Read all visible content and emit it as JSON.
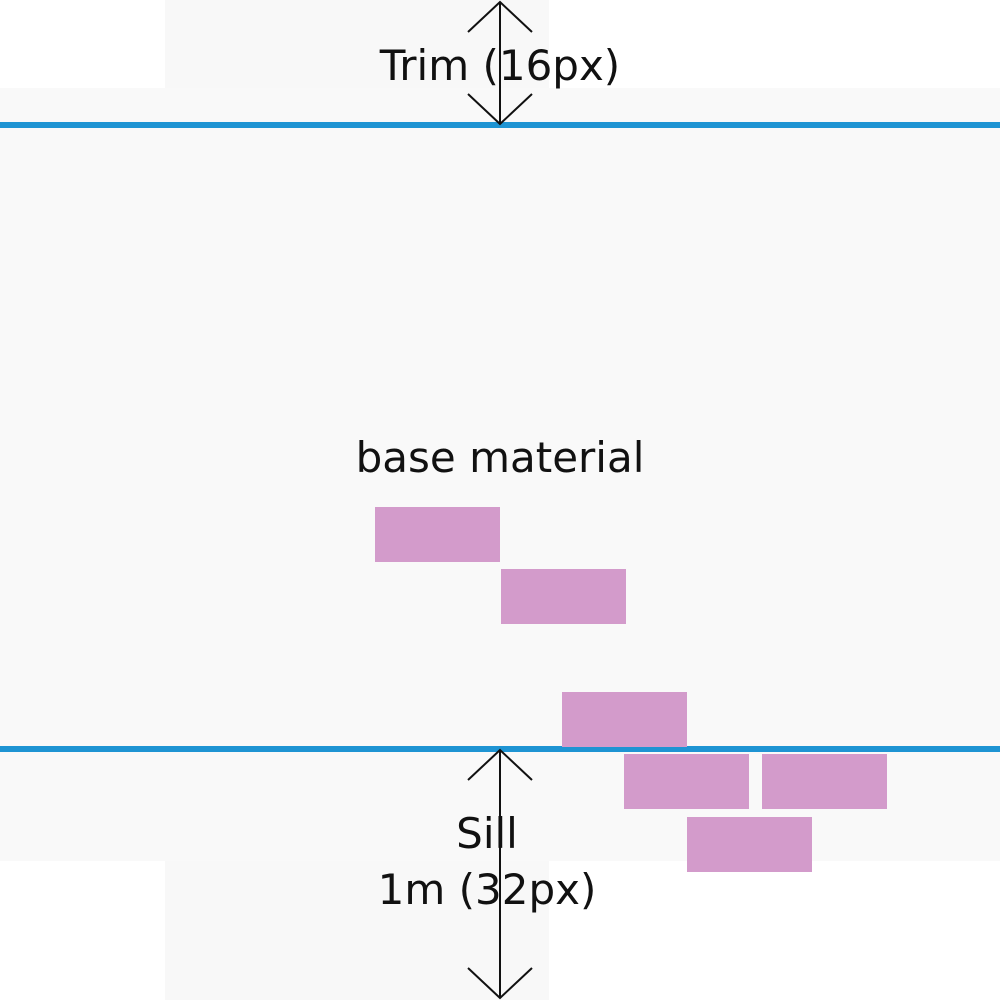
{
  "colors": {
    "boundary_line": "#1e94d3",
    "block_fill": "#d39bcb",
    "arrow": "#111111"
  },
  "top_dimension": {
    "label": "Trim (16px)"
  },
  "center_label": "base material",
  "bottom_dimension": {
    "label_line1": "Sill",
    "label_line2": "1m (32px)"
  },
  "blocks_count": 6
}
